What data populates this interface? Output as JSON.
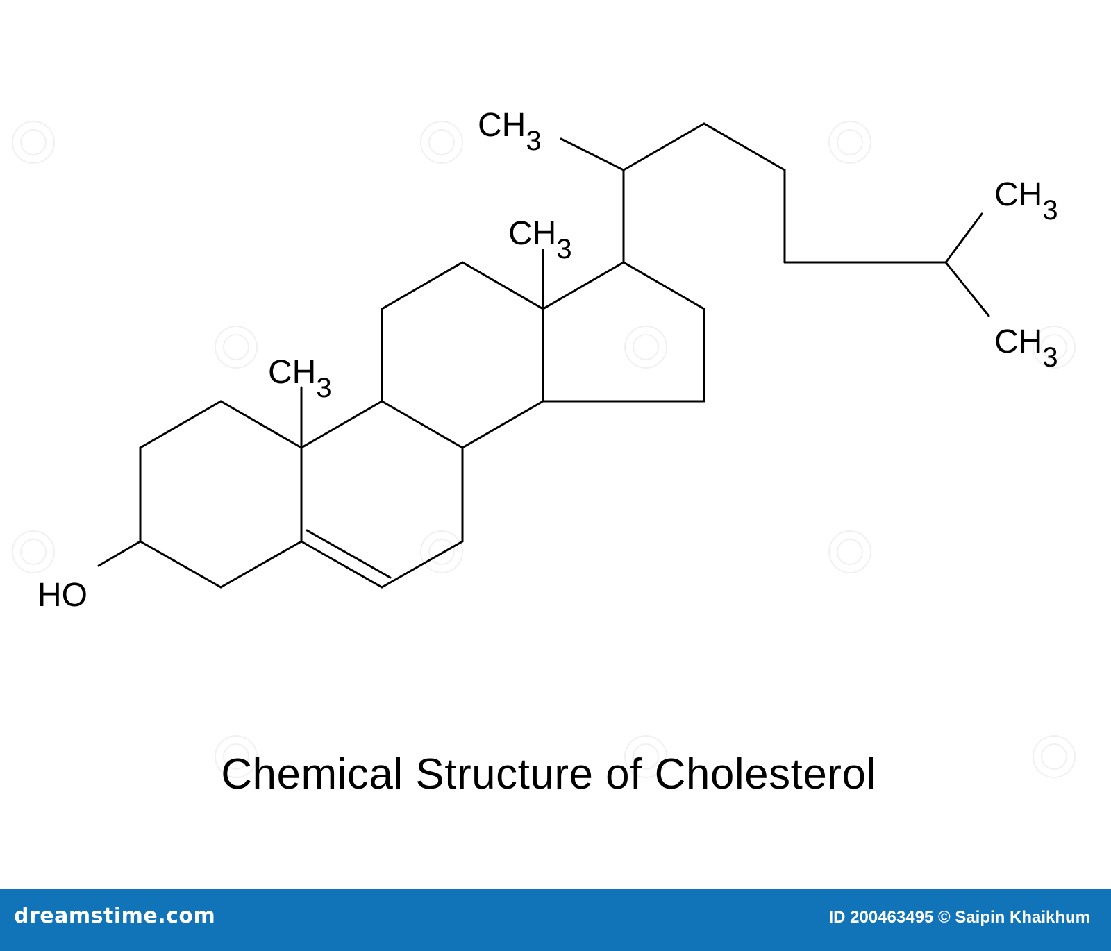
{
  "labels": {
    "ch3_side_chain": "CH",
    "ch3_side_chain_sub": "3",
    "ch3_c13": "CH",
    "ch3_c13_sub": "3",
    "ch3_c10": "CH",
    "ch3_c10_sub": "3",
    "ch3_terminal_upper": "CH",
    "ch3_terminal_upper_sub": "3",
    "ch3_terminal_lower": "CH",
    "ch3_terminal_lower_sub": "3",
    "hydroxyl": "HO"
  },
  "caption": "Chemical Structure of Cholesterol",
  "footer": {
    "logo": "dreamstime.com",
    "credit": "ID 200463495 © Saipin Khaikhum",
    "background_color": "#1173b8"
  }
}
